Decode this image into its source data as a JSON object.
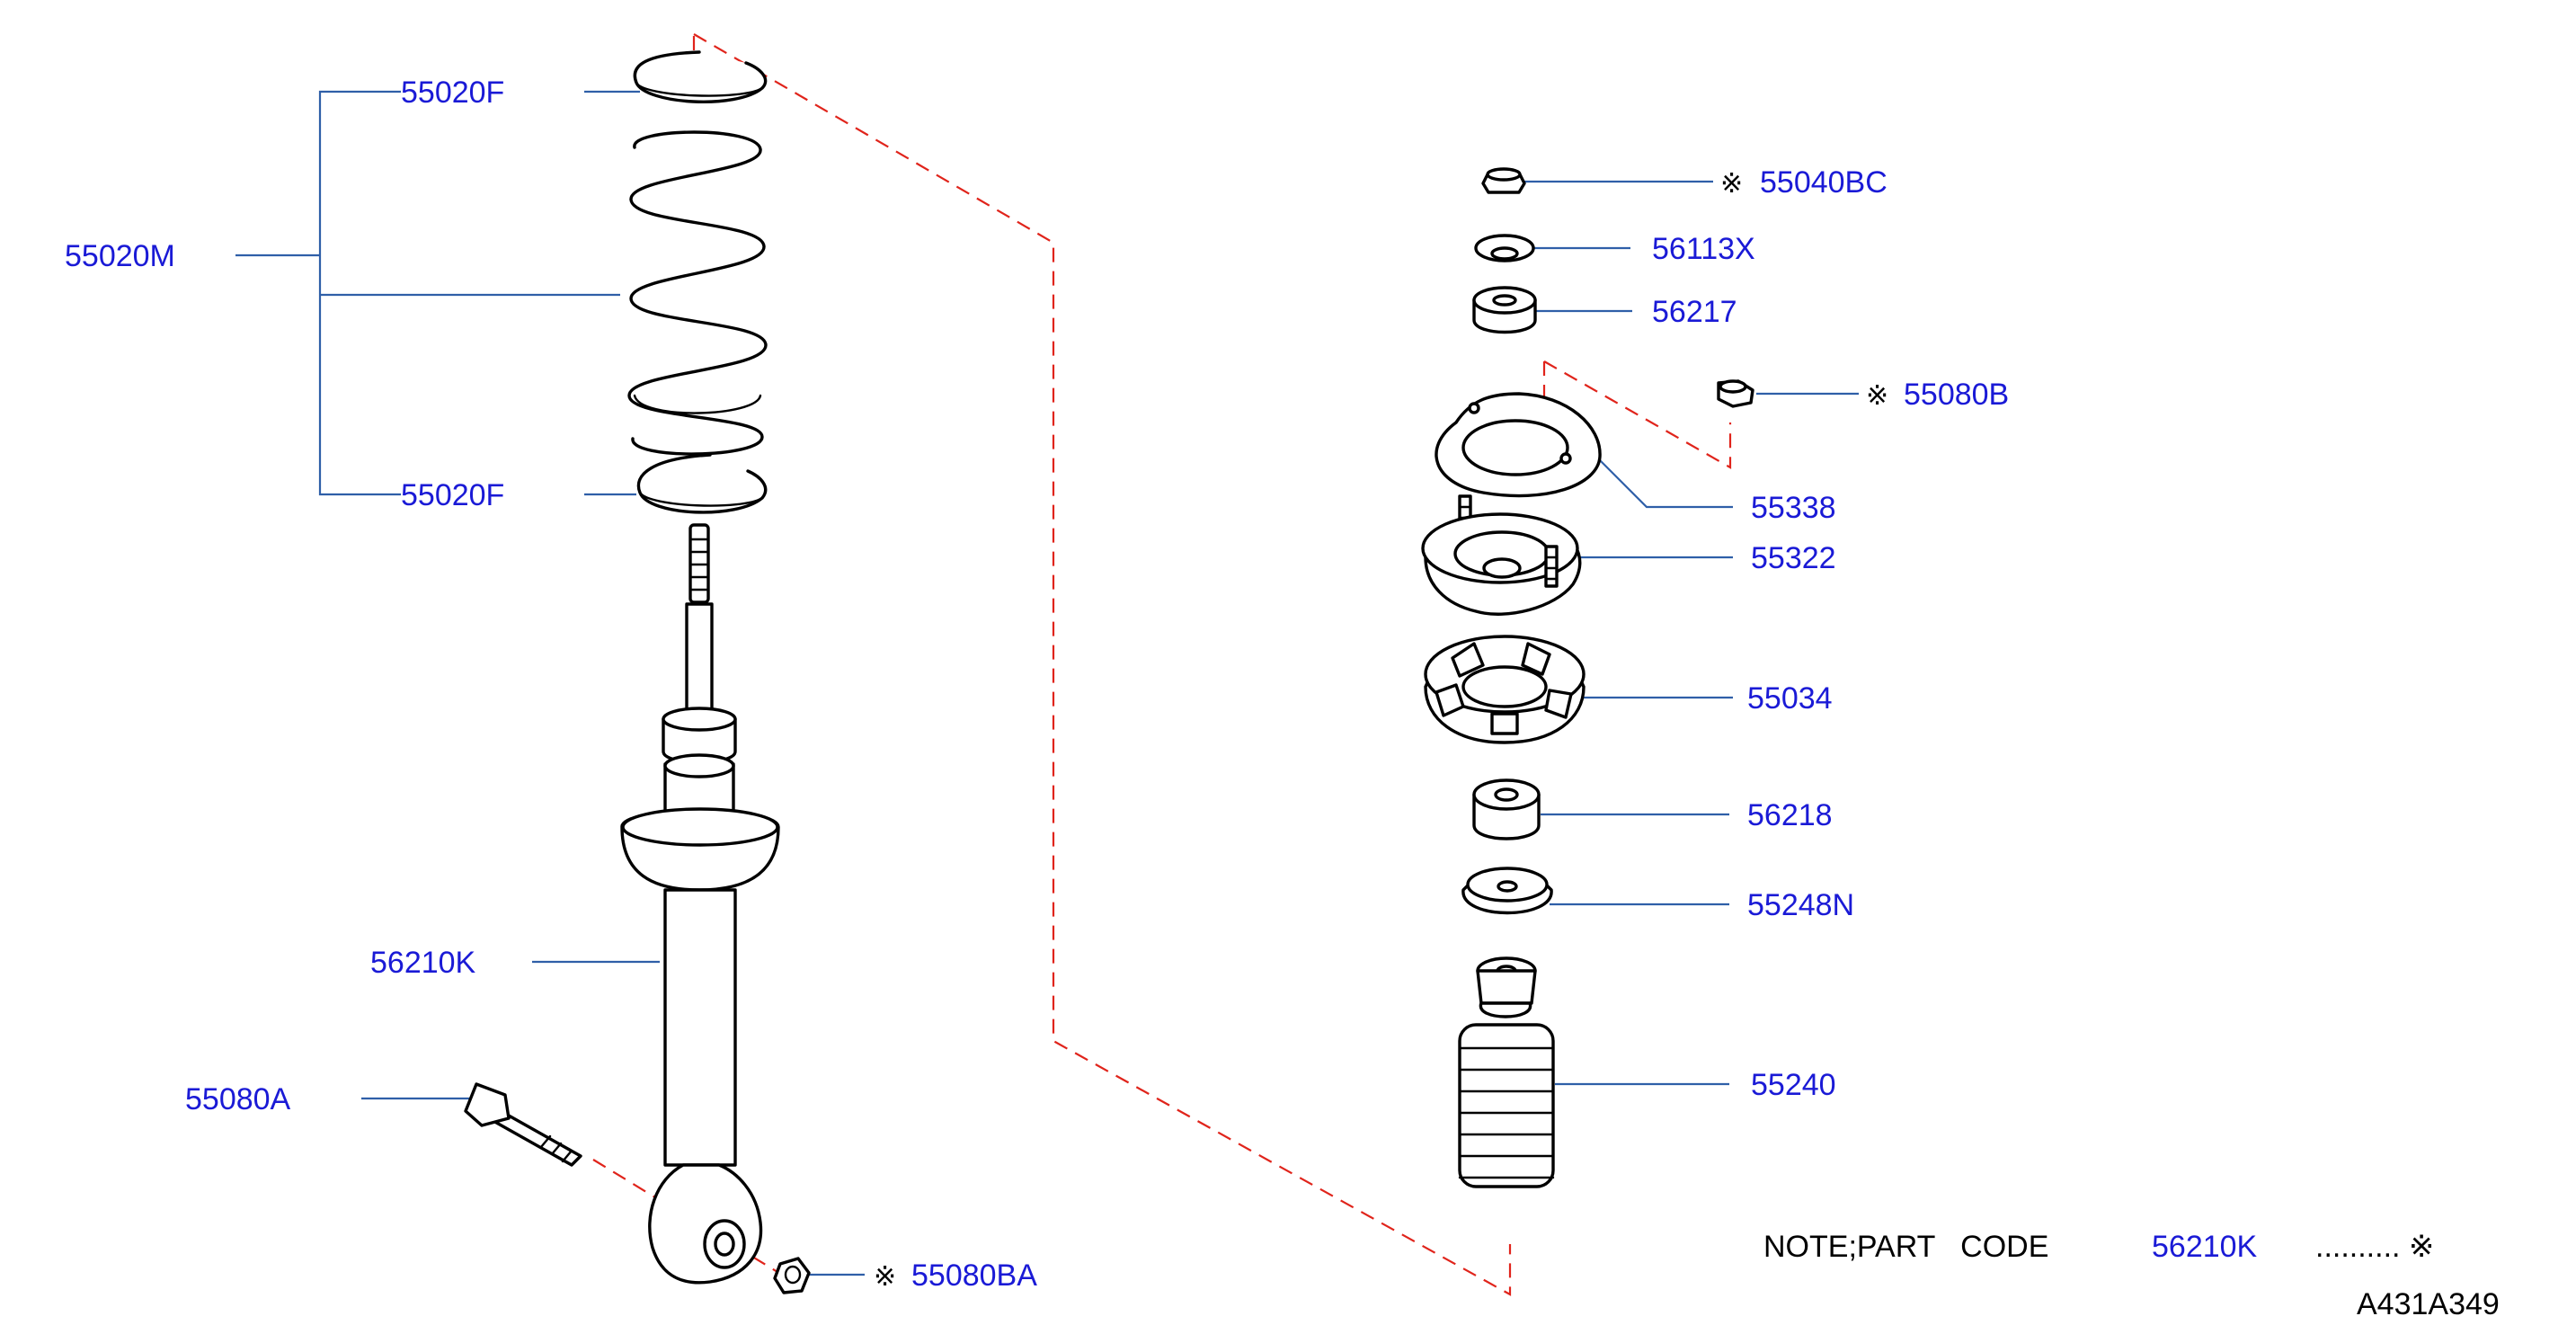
{
  "colors": {
    "callout_text": "#1a1ad6",
    "leader_line": "#2f5fa8",
    "dashed_guide": "#e0241b",
    "part_outline": "#000000"
  },
  "callouts": {
    "p55020F_top": "55020F",
    "p55020M": "55020M",
    "p55020F_bottom": "55020F",
    "p56210K": "56210K",
    "p55080A": "55080A",
    "p55080BA": "55080BA",
    "p55040BC": "55040BC",
    "p56113X": "56113X",
    "p56217": "56217",
    "p55080B": "55080B",
    "p55338": "55338",
    "p55322": "55322",
    "p55034": "55034",
    "p56218": "56218",
    "p55248N": "55248N",
    "p55240": "55240"
  },
  "symbols": {
    "asterisk_55040BC": "※",
    "asterisk_55080B": "※",
    "asterisk_55080BA": "※"
  },
  "note": {
    "prefix": "NOTE;PART   CODE",
    "part_code": "56210K",
    "suffix": ".......... ※"
  },
  "diagram_id": "A431A349"
}
